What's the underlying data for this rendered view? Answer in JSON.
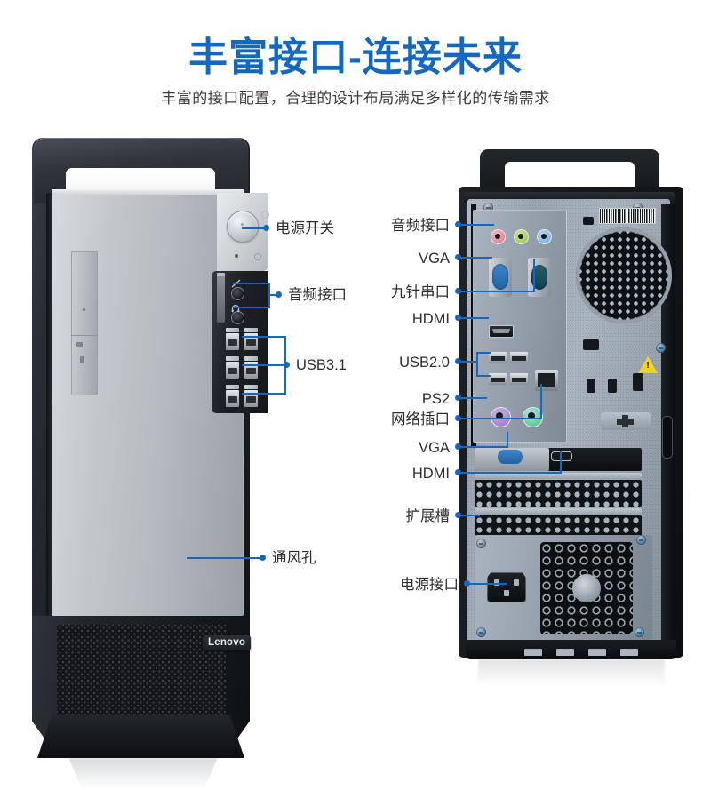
{
  "header": {
    "title": "丰富接口-连接未来",
    "subtitle": "丰富的接口配置，合理的设计布局满足多样化的传输需求",
    "title_color": "#1568c0"
  },
  "brand": {
    "logo_text": "Lenovo"
  },
  "front_view": {
    "name": "front-panel",
    "callouts": [
      {
        "id": "power-switch",
        "label": "电源开关"
      },
      {
        "id": "audio-ports",
        "label": "音频接口"
      },
      {
        "id": "usb31-ports",
        "label": "USB3.1"
      },
      {
        "id": "vent",
        "label": "通风孔"
      }
    ]
  },
  "rear_view": {
    "name": "rear-panel",
    "callouts": [
      {
        "id": "audio-ports",
        "label": "音频接口"
      },
      {
        "id": "vga-onboard",
        "label": "VGA"
      },
      {
        "id": "serial-port",
        "label": "九针串口"
      },
      {
        "id": "hdmi-onboard",
        "label": "HDMI"
      },
      {
        "id": "usb20-ports",
        "label": "USB2.0"
      },
      {
        "id": "ps2-ports",
        "label": "PS2"
      },
      {
        "id": "lan-port",
        "label": "网络插口"
      },
      {
        "id": "vga-card",
        "label": "VGA"
      },
      {
        "id": "hdmi-card",
        "label": "HDMI"
      },
      {
        "id": "expansion-slots",
        "label": "扩展槽"
      },
      {
        "id": "power-socket",
        "label": "电源接口"
      }
    ]
  },
  "colors": {
    "callout_line": "#1568c0",
    "label_text": "#2e2e2e",
    "audio_pink": "#d9738c",
    "audio_green": "#8fc13f",
    "audio_blue": "#6ba6d8",
    "vga_blue": "#1f62a6",
    "serial_teal": "#123f49",
    "ps2_purple": "#8f6fc8",
    "ps2_green": "#49b98c",
    "warning_yellow": "#f2d024"
  }
}
